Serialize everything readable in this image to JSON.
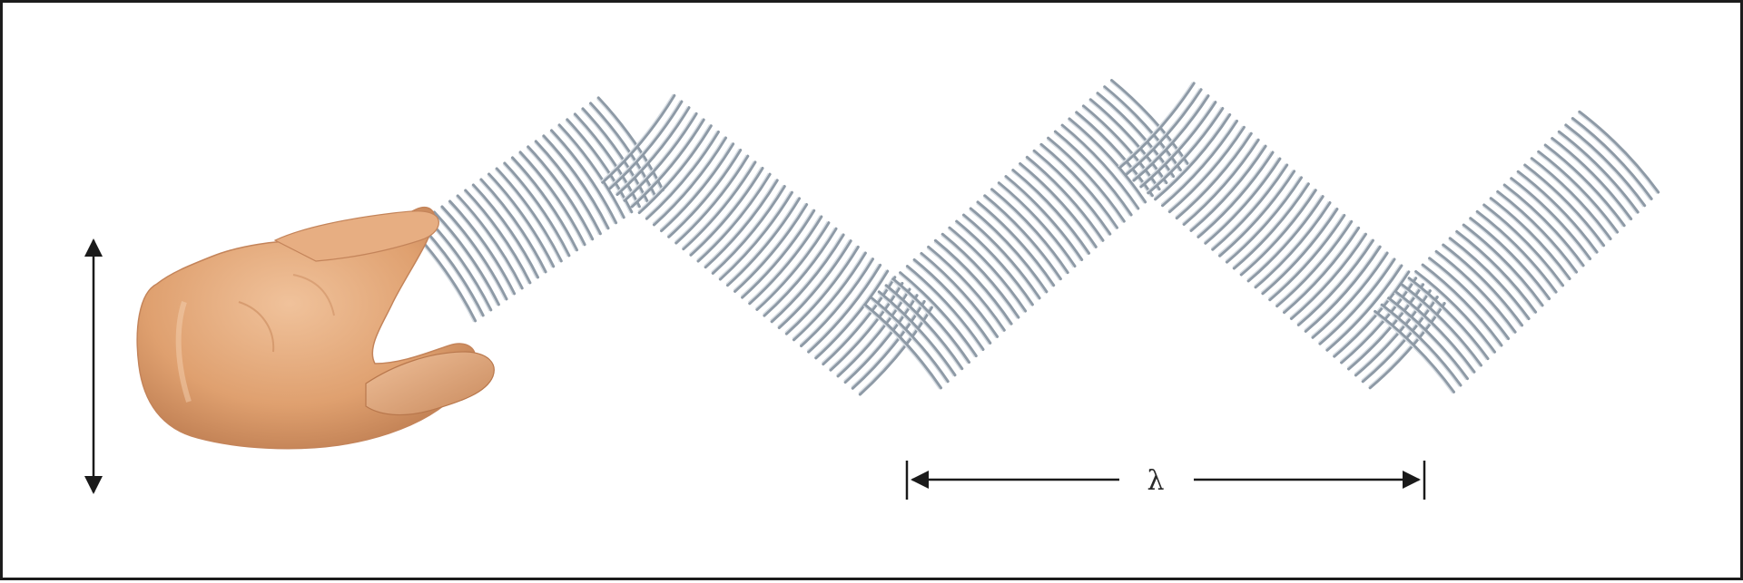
{
  "figure": {
    "kind": "transverse wave on a slinky",
    "wavelength_label": "λ",
    "colors": {
      "coil": "#8e9aa6",
      "coil_highlight": "#d7dde3",
      "coil_shadow": "#5d6670",
      "skin": "#e2a77a",
      "skin_shadow": "#b87850",
      "arrow": "#1a1a1a",
      "frame": "#1c1c1c"
    },
    "icons": {
      "motion_arrow": "double-vertical-arrow",
      "hand": "hand",
      "spring": "slinky-spring"
    }
  }
}
